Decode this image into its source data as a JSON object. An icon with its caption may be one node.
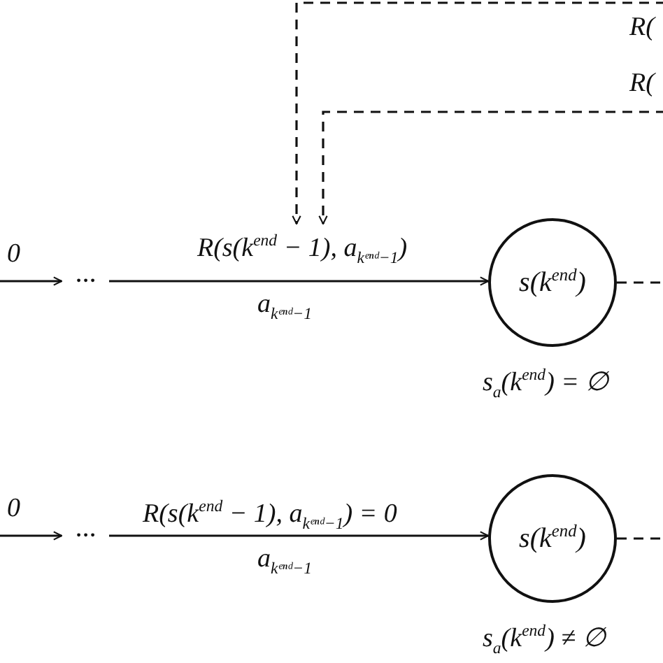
{
  "diagram": {
    "nodes": [
      {
        "text": [
          "···"
        ]
      },
      {
        "text": [
          "R(s(k$^{end}$ − 1), a$_{kᵉⁿᵈ−1}$)"
        ]
      },
      {
        "text": [
          "s(k$^{end}$)"
        ],
        "beside": [
          "s$_{a}$(k$^{end}$) = ∅"
        ]
      },
      {
        "text": [
          "···"
        ]
      },
      {
        "text": [
          "s(k$^{end}$)"
        ],
        "beside": [
          "s$_{a}$(k$^{end}$) ≠ ∅"
        ]
      }
    ],
    "edges": [
      {
        "from": null,
        "to": 0,
        "arrow": "to",
        "label": "0"
      },
      {
        "from": 0,
        "to": 2,
        "arrow": "to"
      },
      {
        "from": 2,
        "to": null,
        "arrow": "none",
        "style": "dashed"
      },
      {
        "from": null,
        "to": 1,
        "arrow": "to",
        "style": "dashed"
      },
      {
        "from": null,
        "to": 1,
        "arrow": "to",
        "style": "dashed"
      },
      {
        "from": null,
        "to": 3,
        "arrow": "to",
        "label": "0"
      },
      {
        "from": 3,
        "to": 4,
        "arrow": "to",
        "label": "R(s(k$^{end}$ − 1), a$_{kᵉⁿᵈ−1}$) = 0"
      },
      {
        "from": 4,
        "to": null,
        "arrow": "none",
        "style": "dashed"
      }
    ],
    "labels": [
      "R(",
      "R(",
      "a$_{kᵉⁿᵈ−1}$",
      "a$_{kᵉⁿᵈ−1}$"
    ]
  }
}
